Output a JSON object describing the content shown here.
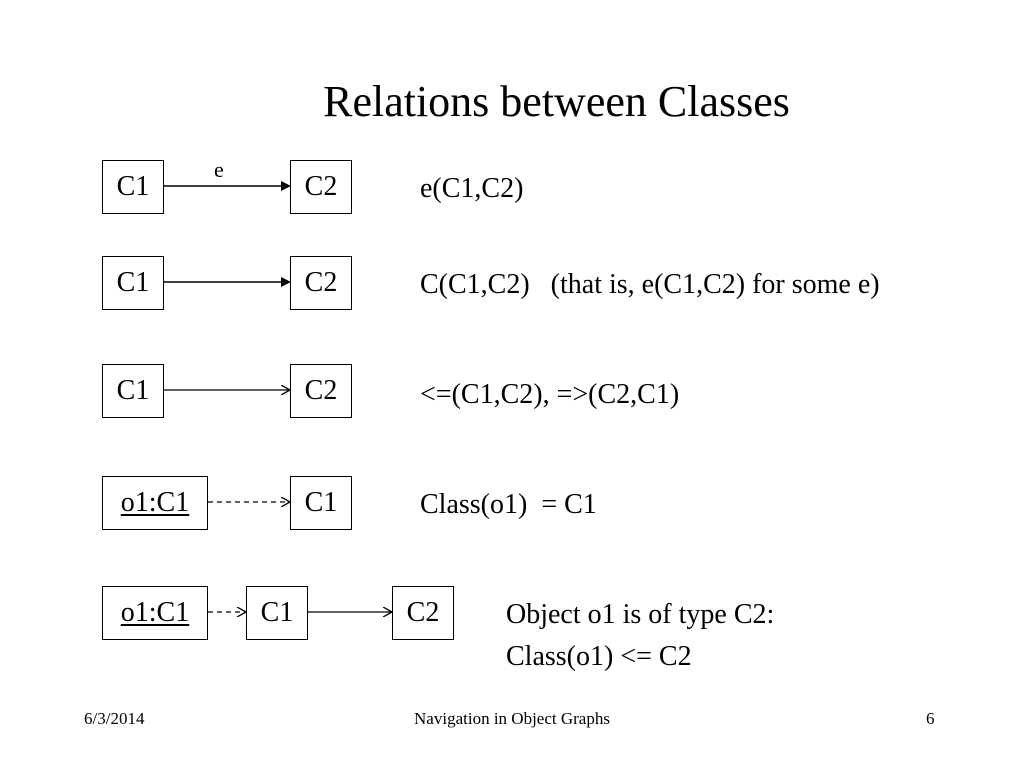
{
  "title": "Relations between Classes",
  "rows": [
    {
      "left": "C1",
      "right": "C2",
      "edge_label": "e",
      "relation": "e(C1,C2)"
    },
    {
      "left": "C1",
      "right": "C2",
      "relation": "C(C1,C2)   (that is, e(C1,C2) for some e)"
    },
    {
      "left": "C1",
      "right": "C2",
      "relation": "<=(C1,C2), =>(C2,C1)"
    },
    {
      "left": "o1:C1",
      "right": "C1",
      "relation": "Class(o1)  = C1"
    },
    {
      "object": "o1:C1",
      "middle": "C1",
      "right": "C2",
      "relation_line1": "Object o1 is of type C2:",
      "relation_line2": "Class(o1) <= C2"
    }
  ],
  "footer": {
    "date": "6/3/2014",
    "center": "Navigation in Object Graphs",
    "page": "6"
  }
}
